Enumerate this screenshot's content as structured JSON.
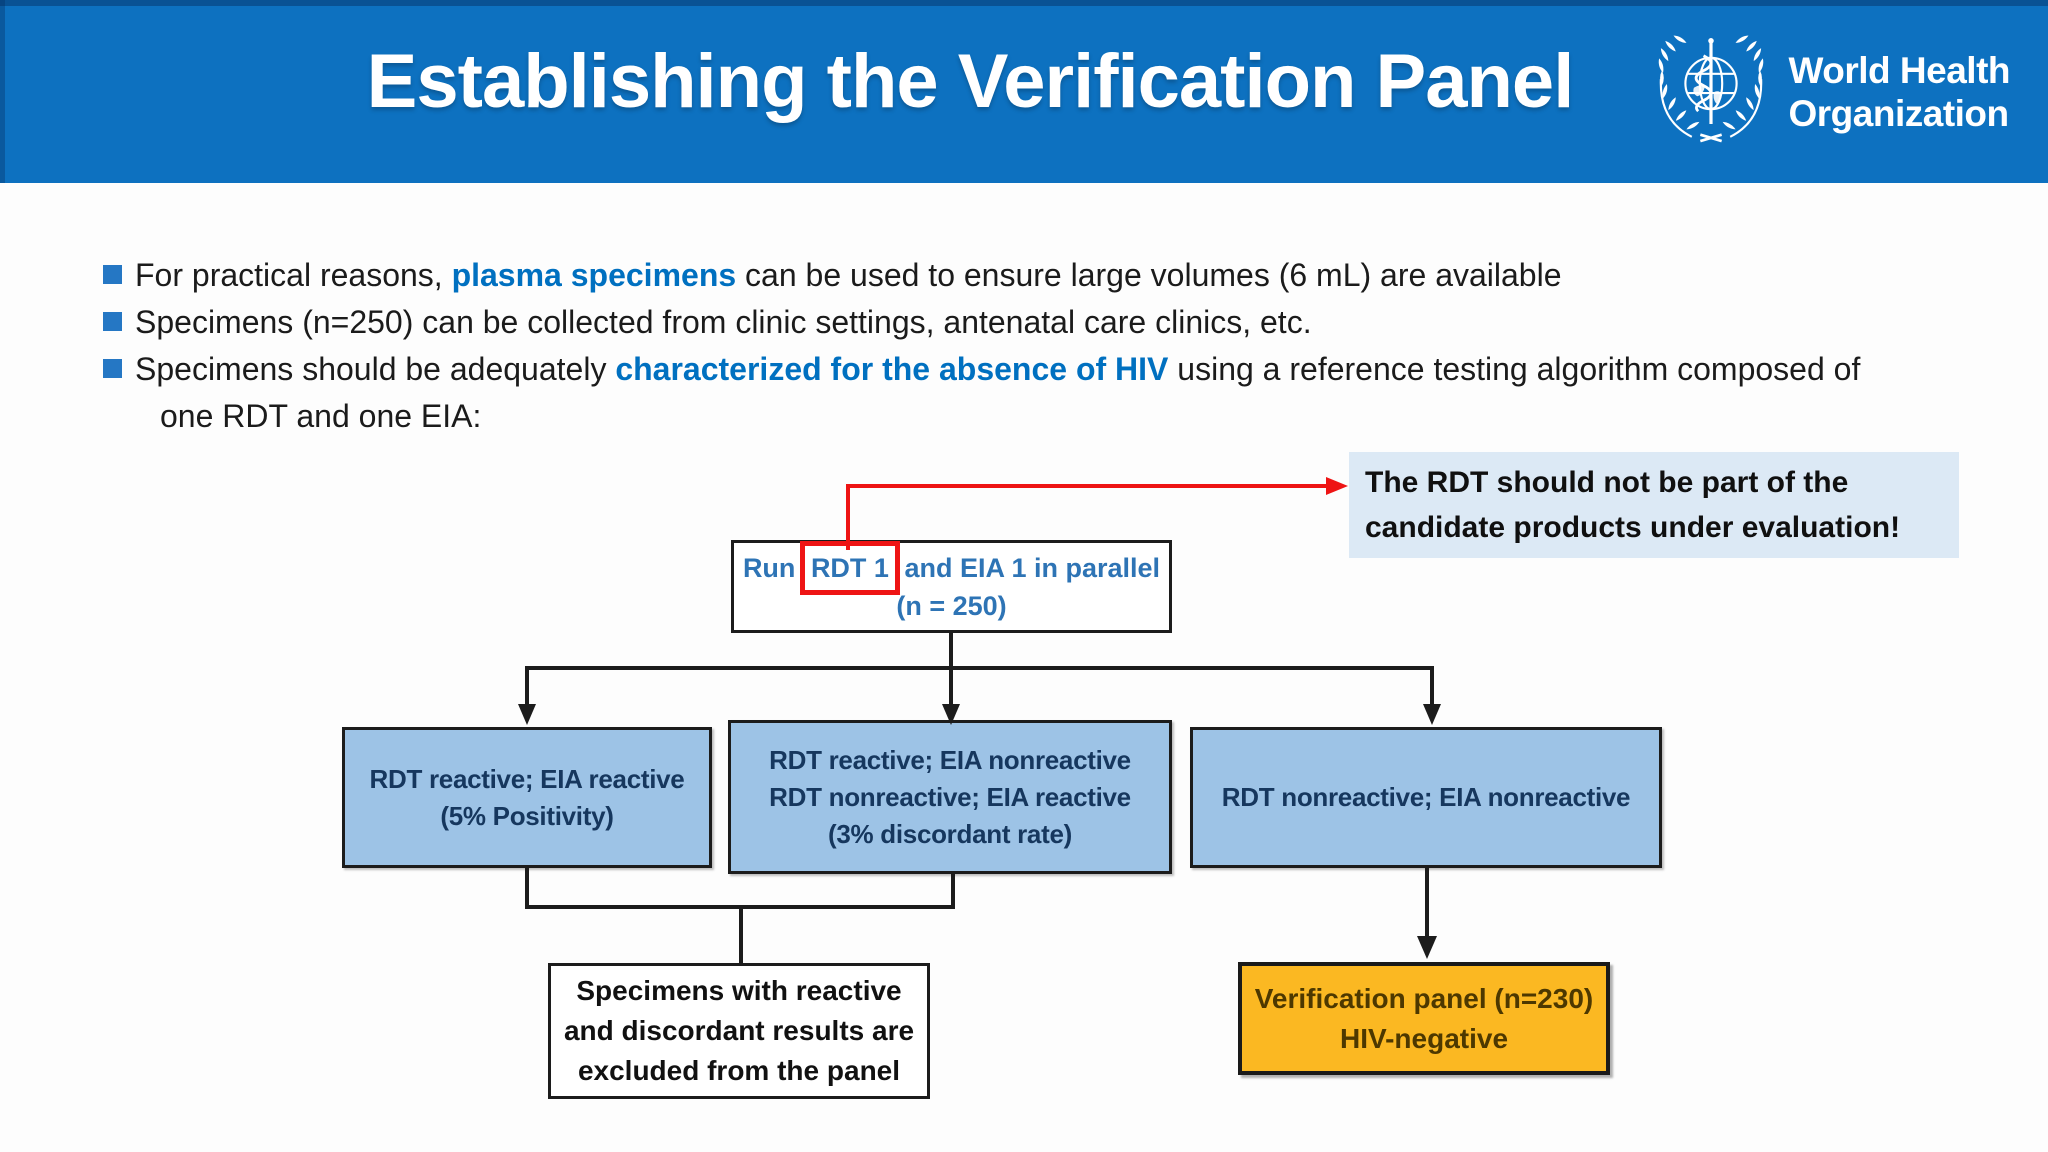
{
  "colors": {
    "header_blue": "#0d71c0",
    "accent_blue": "#0070c0",
    "bullet_blue": "#2577c4",
    "flow_text_blue": "#2e74b5",
    "box_blue_fill": "#9dc3e6",
    "box_navy_text": "#16375e",
    "callout_bg": "#dce9f5",
    "orange_fill": "#fbb822",
    "orange_text": "#4d3800",
    "red": "#ee1414",
    "border_black": "#1c1c1c"
  },
  "header": {
    "title": "Establishing the Verification Panel",
    "logo": {
      "line1": "World Health",
      "line2": "Organization"
    }
  },
  "bullets": [
    {
      "pre": "For practical reasons, ",
      "em": "plasma specimens",
      "post": " can be used to ensure large volumes (6 mL) are available"
    },
    {
      "pre": "Specimens (n=250) can be collected from clinic settings, antenatal care clinics, etc.",
      "em": "",
      "post": ""
    },
    {
      "pre": "Specimens should be adequately ",
      "em": "characterized for the absence of HIV",
      "post": " using a reference testing algorithm composed of"
    }
  ],
  "bullet_continuation": "one RDT and one EIA:",
  "flowchart": {
    "callout": {
      "line1": "The RDT should not be part of the",
      "line2": "candidate products under evaluation!"
    },
    "top_box": {
      "pre": "Run",
      "highlight": "RDT 1",
      "post": "and EIA 1 in parallel",
      "line2": "(n = 250)"
    },
    "left_box": {
      "line1": "RDT reactive; EIA reactive",
      "line2": "(5% Positivity)"
    },
    "middle_box": {
      "line1": "RDT reactive; EIA nonreactive",
      "line2": "RDT nonreactive; EIA reactive",
      "line3": "(3% discordant rate)"
    },
    "right_box": {
      "line1": "RDT nonreactive; EIA nonreactive"
    },
    "excluded_box": {
      "line1": "Specimens with reactive",
      "line2": "and discordant results are",
      "line3": "excluded from the panel"
    },
    "verification_box": {
      "line1": "Verification panel (n=230)",
      "line2": "HIV-negative"
    }
  }
}
